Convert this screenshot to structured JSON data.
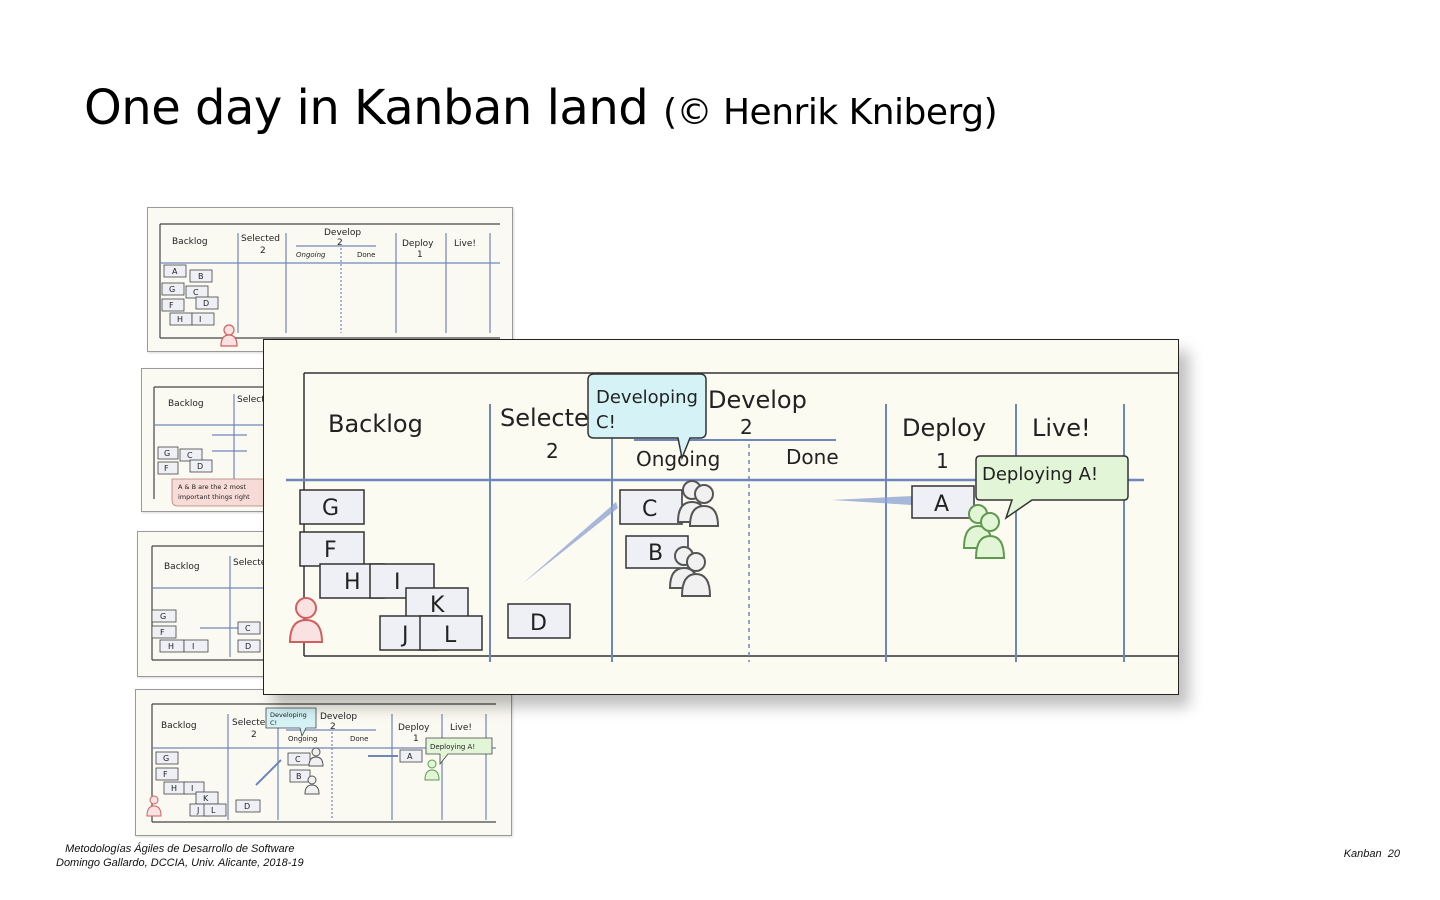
{
  "slide": {
    "title": "One day in Kanban land",
    "subtitle": "(© Henrik Kniberg)"
  },
  "board": {
    "columns": {
      "backlog": "Backlog",
      "selected": "Selected",
      "develop": "Develop",
      "deploy": "Deploy",
      "live": "Live!"
    },
    "limits": {
      "selected": "2",
      "develop": "2",
      "deploy": "1"
    },
    "subcolumns": {
      "ongoing": "Ongoing",
      "done": "Done"
    },
    "speech": {
      "developing_1": "Developing",
      "developing_2": "C!",
      "deploying": "Deploying A!"
    },
    "note": {
      "line1": "A & B are the 2 most",
      "line2": "important things right"
    },
    "cards": {
      "A": "A",
      "B": "B",
      "C": "C",
      "D": "D",
      "F": "F",
      "G": "G",
      "H": "H",
      "I": "I",
      "J": "J",
      "K": "K",
      "L": "L"
    }
  },
  "footer": {
    "course": "Metodologías Ágiles de Desarrollo de Software",
    "author": "Domingo Gallardo, DCCIA, Univ. Alicante, 2018-19",
    "section": "Kanban",
    "page": "20"
  },
  "colors": {
    "grid_line": "#6f86bd",
    "card_border": "#333333",
    "speech_blue": "#d5f3f6",
    "speech_green": "#e2f6d7",
    "person_red": "#d06060",
    "person_green": "#5f9a4f"
  }
}
